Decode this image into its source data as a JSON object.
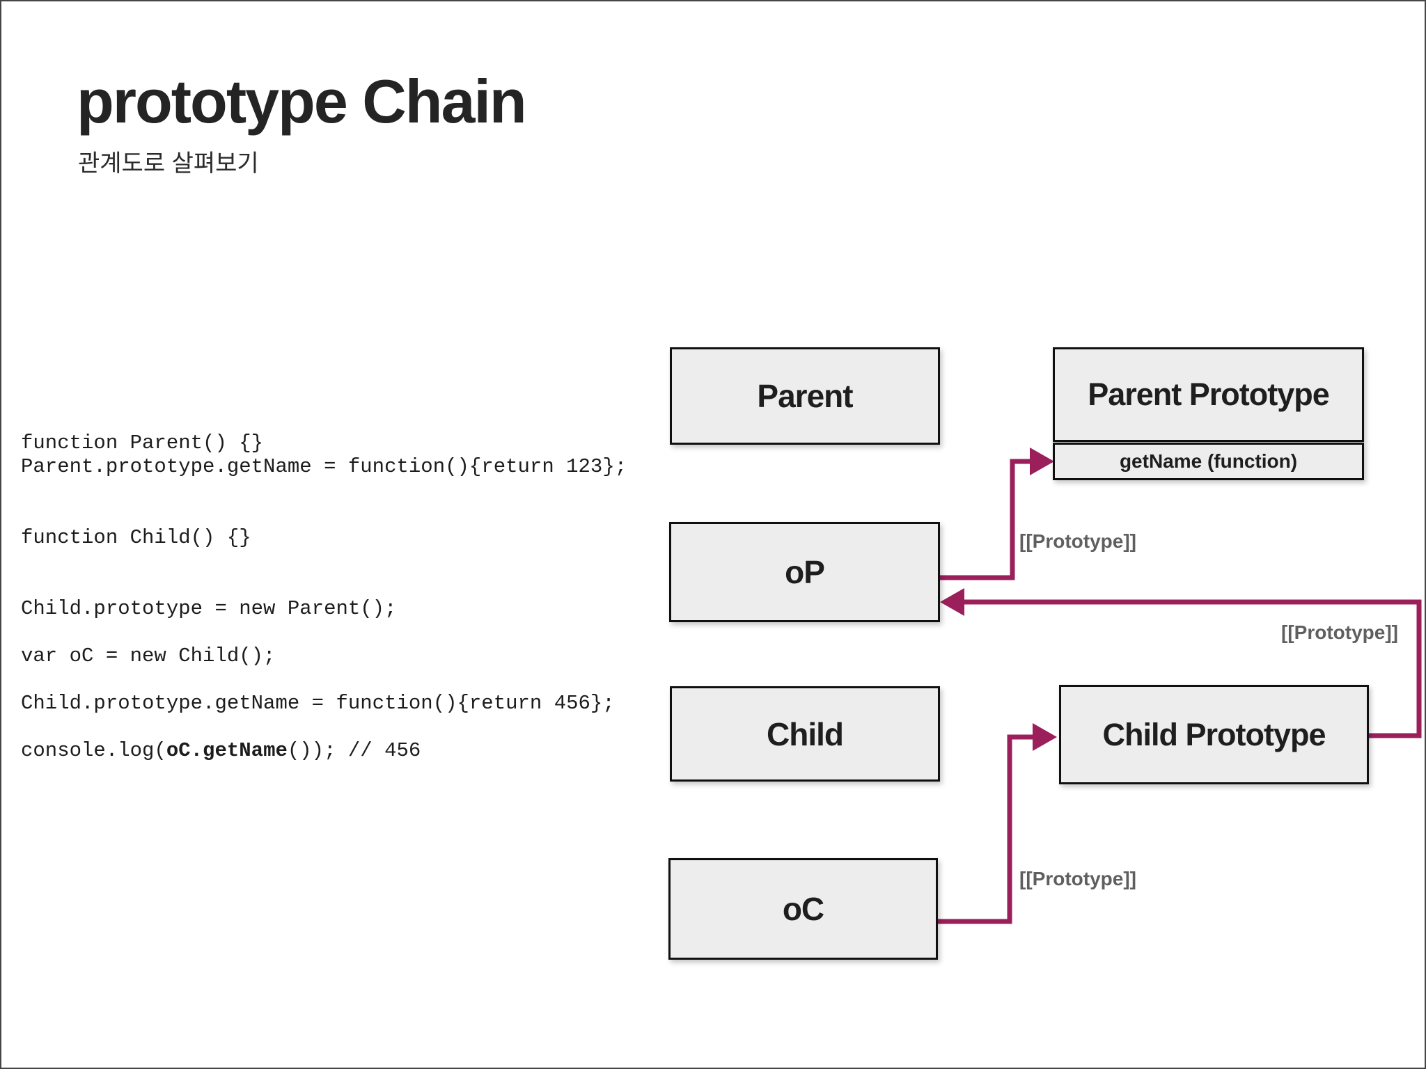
{
  "page": {
    "title": "prototype Chain",
    "subtitle": "관계도로 살펴보기"
  },
  "code": {
    "lines": [
      [
        {
          "text": "function Parent() {}",
          "bold": false
        }
      ],
      [
        {
          "text": "Parent.prototype.getName = function(){return 123};",
          "bold": false
        }
      ],
      [],
      [],
      [
        {
          "text": "function Child() {}",
          "bold": false
        }
      ],
      [],
      [],
      [
        {
          "text": "Child.prototype = new Parent();",
          "bold": false
        }
      ],
      [],
      [
        {
          "text": "var oC = new Child();",
          "bold": false
        }
      ],
      [],
      [
        {
          "text": "Child.prototype.getName = function(){return 456};",
          "bold": false
        }
      ],
      [],
      [
        {
          "text": "console.log(",
          "bold": false
        },
        {
          "text": "oC.getName",
          "bold": true
        },
        {
          "text": "()); // 456",
          "bold": false
        }
      ]
    ]
  },
  "diagram": {
    "boxes": {
      "parent": {
        "label": "Parent"
      },
      "parent_prototype": {
        "label": "Parent Prototype",
        "member": "getName (function)"
      },
      "op": {
        "label": "oP"
      },
      "child": {
        "label": "Child"
      },
      "child_prototype": {
        "label": "Child Prototype"
      },
      "oc": {
        "label": "oC"
      }
    },
    "edges": {
      "op_to_parent_prototype": {
        "label": "[[Prototype]]"
      },
      "child_prototype_to_op": {
        "label": "[[Prototype]]"
      },
      "oc_to_child_prototype": {
        "label": "[[Prototype]]"
      }
    }
  },
  "colors": {
    "arrow": "#9B1F5B",
    "box_fill": "#EDEDED",
    "box_border": "#101010",
    "label_gray": "#5F5F5F",
    "page_border": "#454545"
  }
}
